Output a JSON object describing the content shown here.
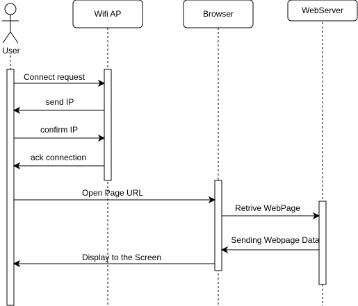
{
  "actor": {
    "label": "User"
  },
  "participants": [
    {
      "id": "wifi",
      "label": "Wifi AP"
    },
    {
      "id": "browser",
      "label": "Browser"
    },
    {
      "id": "webserver",
      "label": "WebServer"
    }
  ],
  "messages": [
    {
      "label": "Connect request"
    },
    {
      "label": "send IP"
    },
    {
      "label": "confirm IP"
    },
    {
      "label": "ack connection"
    },
    {
      "label": "Open Page URL"
    },
    {
      "label": "Retrive WebPage"
    },
    {
      "label": "Sending Webpage Data"
    },
    {
      "label": "Display to the Screen"
    }
  ]
}
